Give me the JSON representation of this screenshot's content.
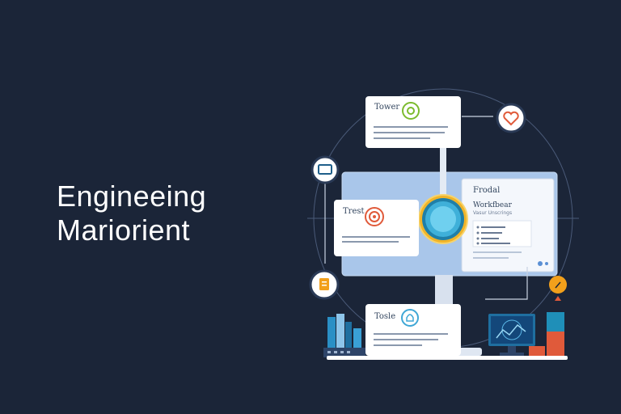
{
  "hero": {
    "line1": "Engineeing",
    "line2": "Mariorient"
  },
  "cards": {
    "top": {
      "title": "Tower",
      "icon": "gear-bulb-icon"
    },
    "middle": {
      "title": "Trest",
      "icon": "target-icon"
    },
    "bottom": {
      "title": "Tosle",
      "icon": "lightbulb-icon"
    },
    "panel": {
      "title": "Frodal",
      "subtitle": "Workfbear",
      "caption": "Vasur Unscrings"
    }
  },
  "nodes": {
    "top_right": "heart-icon",
    "left": "window-icon",
    "bottom_left": "document-icon",
    "bottom_right": "pin-icon"
  },
  "colors": {
    "background": "#1b2538",
    "card": "#ffffff",
    "screen": "#a9c6ea",
    "ring_gold": "#f0b429",
    "ring_cyan": "#3fb0d9",
    "accent_red": "#e05a3a",
    "accent_orange": "#f2a01b",
    "accent_teal": "#1f7fa8"
  }
}
